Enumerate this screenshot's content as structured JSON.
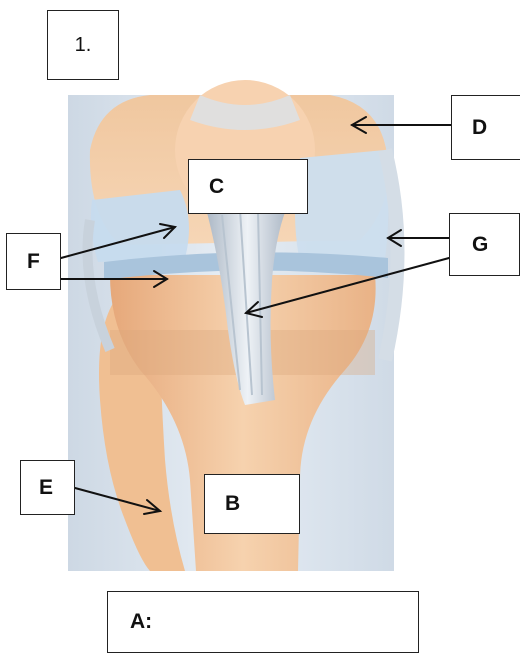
{
  "question": {
    "number": "1."
  },
  "labels": {
    "A": "A:",
    "B": "B",
    "C": "C",
    "D": "D",
    "E": "E",
    "F": "F",
    "G": "G"
  },
  "colors": {
    "background": "#ffffff",
    "illustration_bg": "#dde5ee",
    "bone": "#f2c8a0",
    "cartilage": "#c9dcec",
    "ligament": "#e6ecf1",
    "arrow": "#111111"
  }
}
